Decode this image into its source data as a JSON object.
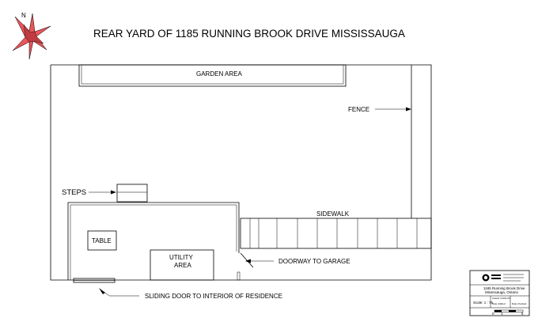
{
  "title": "REAR YARD OF 1185 RUNNING BROOK DRIVE MISSISSAUGA",
  "compass": {
    "north_label": "N",
    "star_color": "#e8555a"
  },
  "labels": {
    "garden": "GARDEN AREA",
    "fence": "FENCE",
    "steps": "STEPS",
    "sidewalk": "SIDEWALK",
    "table": "TABLE",
    "utility_line1": "UTILITY",
    "utility_line2": "AREA",
    "doorway": "DOORWAY TO GARAGE",
    "sliding_door": "SLIDING DOOR TO INTERIOR OF RESIDENCE"
  },
  "title_block": {
    "address_line1": "1185 Running Brook Drive",
    "address_line2": "Mississauga, Ontario",
    "case": "Case#: N-001-01",
    "scale": "Scale: 1 : 75",
    "drawn": "Date drafted",
    "checked": "Date checked",
    "scale_bar_start": "0",
    "scale_bar_mid": "1",
    "scale_bar_end": "5"
  }
}
